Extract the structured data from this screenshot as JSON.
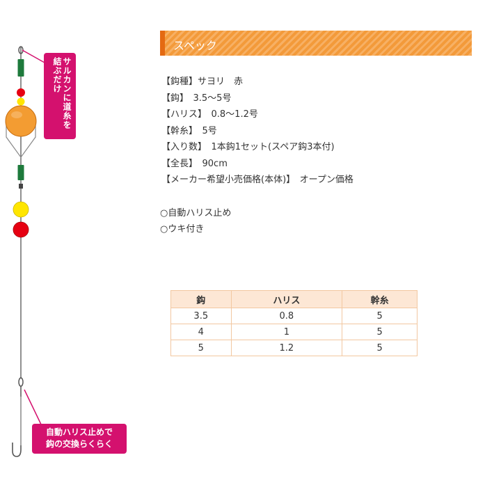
{
  "diagram": {
    "callout_top": "サルカンに道糸を結ぶだけ",
    "callout_bottom_line1": "自動ハリス止めで",
    "callout_bottom_line2": "鈎の交換らくらく",
    "colors": {
      "float_orange": "#f39c32",
      "bead_yellow": "#ffe600",
      "bead_red": "#e60012",
      "swivel_green": "#1e7a3c",
      "callout_magenta": "#d4116e",
      "line_gray": "#6b6b6b"
    }
  },
  "spec": {
    "header": "スペック",
    "items": [
      "【鈎種】サヨリ　赤",
      "【鈎】　3.5～5号",
      "【ハリス】　0.8～1.2号",
      "【幹糸】　5号",
      "【入り数】　1本鈎1セット(スペア鈎3本付)",
      "【全長】　90cm",
      "【メーカー希望小売価格(本体)】　オープン価格"
    ],
    "features": [
      "○自動ハリス止め",
      "○ウキ付き"
    ]
  },
  "table": {
    "headers": [
      "鈎",
      "ハリス",
      "幹糸"
    ],
    "rows": [
      [
        "3.5",
        "0.8",
        "5"
      ],
      [
        "4",
        "1",
        "5"
      ],
      [
        "5",
        "1.2",
        "5"
      ]
    ]
  }
}
